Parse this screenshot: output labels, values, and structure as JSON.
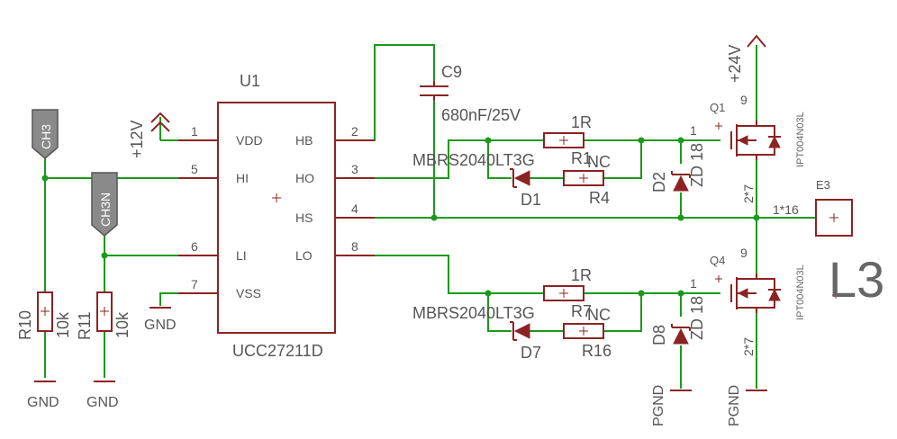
{
  "chip": {
    "ref": "U1",
    "value": "UCC27211D",
    "left_pins": [
      {
        "num": "1",
        "name": "VDD"
      },
      {
        "num": "5",
        "name": "HI"
      },
      {
        "num": "6",
        "name": "LI"
      },
      {
        "num": "7",
        "name": "VSS"
      }
    ],
    "right_pins": [
      {
        "num": "2",
        "name": "HB"
      },
      {
        "num": "3",
        "name": "HO"
      },
      {
        "num": "4",
        "name": "HS"
      },
      {
        "num": "8",
        "name": "LO"
      }
    ]
  },
  "capacitor": {
    "ref": "C9",
    "value": "680nF/25V"
  },
  "nets": {
    "ch3": "CH3",
    "ch3n": "CH3N",
    "v12": "+12V",
    "v24": "+24V",
    "gnd": "GND",
    "pgnd": "PGND"
  },
  "resistors": {
    "r10": {
      "ref": "R10",
      "value": "10k"
    },
    "r11": {
      "ref": "R11",
      "value": "10k"
    },
    "r1": {
      "ref": "R1",
      "value": "1R"
    },
    "r4": {
      "ref": "R4",
      "value": "NC"
    },
    "r7": {
      "ref": "R7",
      "value": "1R"
    },
    "r16": {
      "ref": "R16",
      "value": "NC"
    }
  },
  "diodes": {
    "d1": {
      "ref": "D1",
      "value": "MBRS2040LT3G"
    },
    "d7": {
      "ref": "D7",
      "value": "MBRS2040LT3G"
    },
    "d2": {
      "ref": "D2",
      "value": "ZD 18"
    },
    "d8": {
      "ref": "D8",
      "value": "ZD 18"
    }
  },
  "mosfets": {
    "q1": {
      "ref": "Q1",
      "value": "IPT004N03L",
      "gate_pin": "1",
      "drain_pin": "9",
      "source_pin": "2*7"
    },
    "q4": {
      "ref": "Q4",
      "value": "IPT004N03L",
      "gate_pin": "1",
      "drain_pin": "9",
      "source_pin": "2*7"
    }
  },
  "pad": {
    "ref": "E3",
    "pin": "1*16"
  },
  "inductor_label": "L3"
}
